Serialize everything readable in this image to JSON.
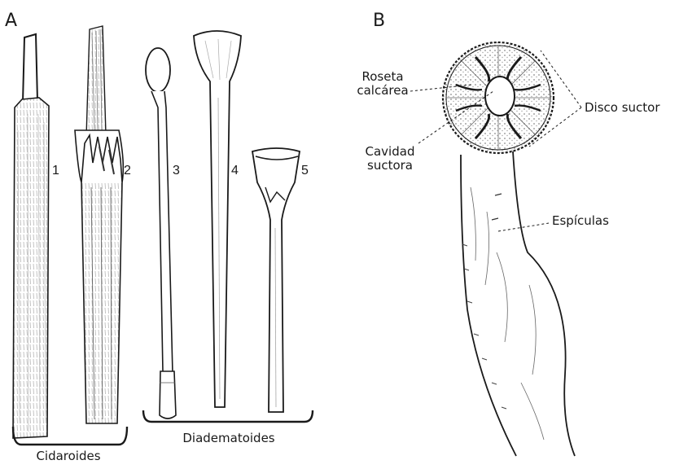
{
  "panels": {
    "a": "A",
    "b": "B"
  },
  "spine_numbers": [
    "1",
    "2",
    "3",
    "4",
    "5"
  ],
  "groups": {
    "cidaroides": "Cidaroides",
    "diadematoides": "Diadematoides"
  },
  "labels": {
    "roseta_line1": "Roseta",
    "roseta_line2": "calcárea",
    "cavidad_line1": "Cavidad",
    "cavidad_line2": "suctora",
    "disco": "Disco suctor",
    "espiculas": "Espículas"
  },
  "colors": {
    "ink": "#1a1a1a",
    "shade": "#9a9a9a",
    "background": "#ffffff"
  }
}
